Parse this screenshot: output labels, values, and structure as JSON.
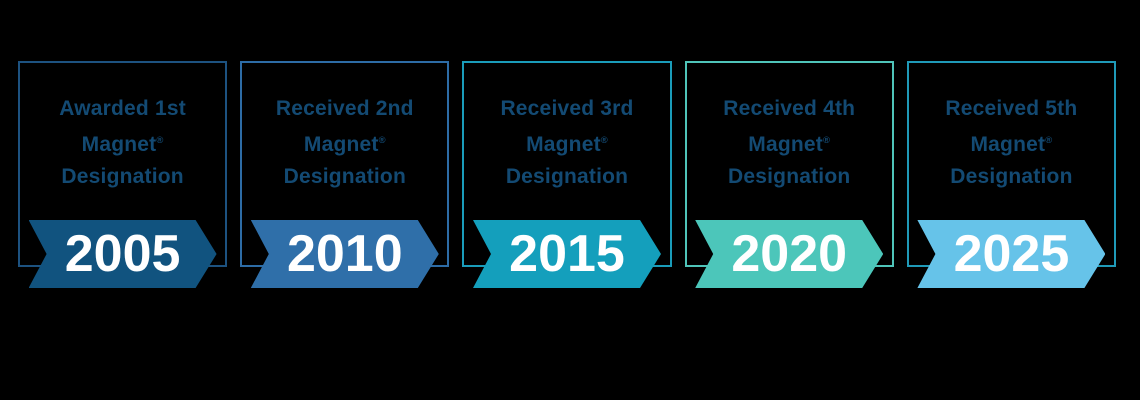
{
  "page": {
    "background_color": "#000000",
    "title_text_color": "#134a73",
    "year_text_color": "#ffffff"
  },
  "timeline": {
    "cards": [
      {
        "line1": "Awarded 1st",
        "line2": "Magnet",
        "registered": "®",
        "line3": "Designation",
        "year": "2005",
        "banner_color": "#11537f",
        "border_color": "#1d5280"
      },
      {
        "line1": "Received 2nd",
        "line2": "Magnet",
        "registered": "®",
        "line3": "Designation",
        "year": "2010",
        "banner_color": "#2f6fa9",
        "border_color": "#2d6ca6"
      },
      {
        "line1": "Received 3rd",
        "line2": "Magnet",
        "registered": "®",
        "line3": "Designation",
        "year": "2015",
        "banner_color": "#149fbc",
        "border_color": "#1a9cba"
      },
      {
        "line1": "Received 4th",
        "line2": "Magnet",
        "registered": "®",
        "line3": "Designation",
        "year": "2020",
        "banner_color": "#4cc6ba",
        "border_color": "#4fc4b9"
      },
      {
        "line1": "Received 5th",
        "line2": "Magnet",
        "registered": "®",
        "line3": "Designation",
        "year": "2025",
        "banner_color": "#66c3e9",
        "border_color": "#1f9ab8"
      }
    ]
  }
}
